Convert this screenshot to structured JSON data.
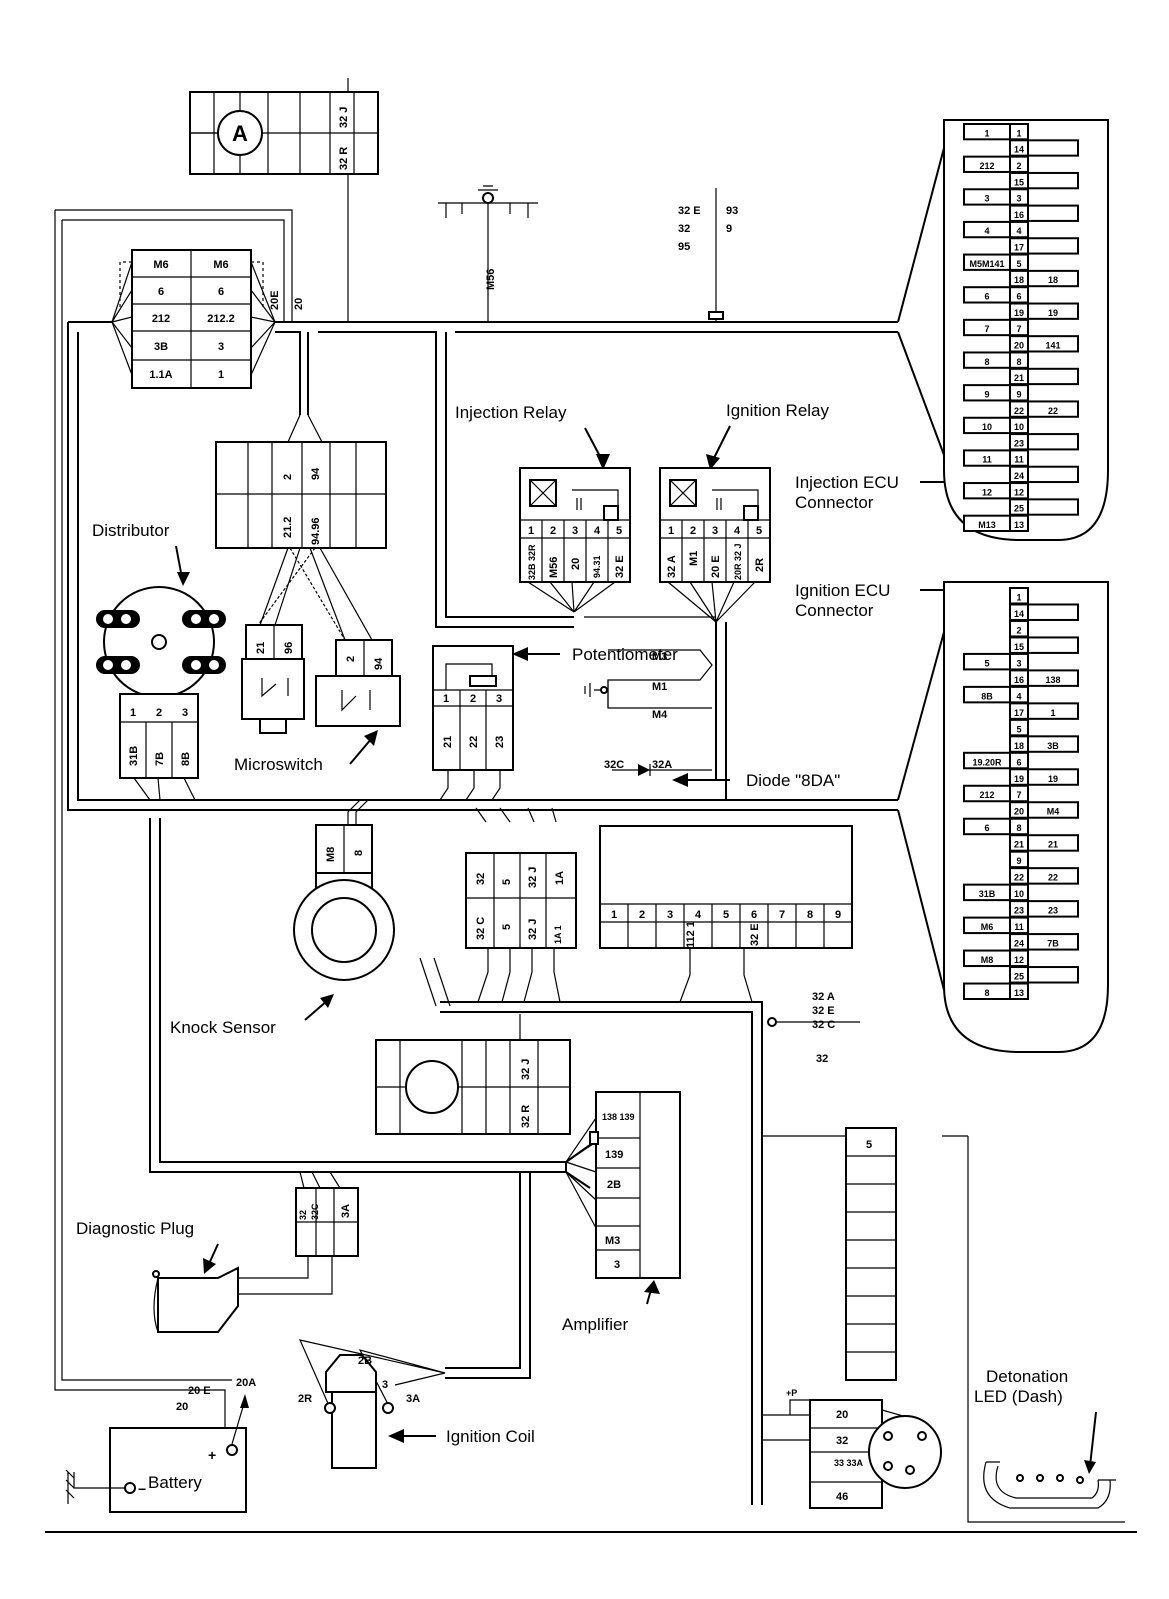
{
  "labels": {
    "injection_relay": "Injection Relay",
    "ignition_relay": "Ignition Relay",
    "injection_ecu_1": "Injection ECU",
    "injection_ecu_2": "Connector",
    "ignition_ecu_1": "Ignition ECU",
    "ignition_ecu_2": "Connector",
    "distributor": "Distributor",
    "potentiometer": "Potentiometer",
    "microswitch": "Microswitch",
    "diode": "Diode \"8DA\"",
    "knock_sensor": "Knock Sensor",
    "diagnostic_plug": "Diagnostic Plug",
    "amplifier": "Amplifier",
    "ignition_coil": "Ignition Coil",
    "battery": "Battery",
    "detonation_led_1": "Detonation",
    "detonation_led_2": "LED (Dash)"
  },
  "top_connector": {
    "symbol": "A",
    "pins": [
      "32 J",
      "32 R"
    ]
  },
  "antenna_wire": "M56",
  "wire_refs_top": {
    "left": [
      "32 E",
      "32",
      "95"
    ],
    "right": [
      "93",
      "9"
    ]
  },
  "fuse_block": {
    "left": [
      "M6",
      "6",
      "212",
      "3B",
      "1.1A"
    ],
    "right": [
      "M6",
      "6",
      "212.2",
      "3",
      "1"
    ],
    "wires": [
      "20E",
      "20"
    ]
  },
  "connector_mid": {
    "top": [
      "2",
      "94"
    ],
    "bottom": [
      "21.2",
      "94.96"
    ]
  },
  "injection_relay_pins": [
    "1",
    "2",
    "3",
    "4",
    "5"
  ],
  "injection_relay_wires": [
    "32B 32R",
    "M56",
    "20",
    "94.31",
    "32 E"
  ],
  "ignition_relay_pins": [
    "1",
    "2",
    "3",
    "4",
    "5"
  ],
  "ignition_relay_wires": [
    "32 A",
    "M1",
    "20 E",
    "20R 32 J",
    "2R"
  ],
  "distributor_pins": [
    "1",
    "2",
    "3"
  ],
  "distributor_wires": [
    "31B",
    "7B",
    "8B"
  ],
  "switch_a": [
    "21",
    "96"
  ],
  "switch_b": [
    "2",
    "94"
  ],
  "potentiometer_pins": [
    "1",
    "2",
    "3"
  ],
  "potentiometer_wires": [
    "21",
    "22",
    "23"
  ],
  "ground_wires": [
    "M3",
    "M1",
    "M4"
  ],
  "diode_wires": [
    "32C",
    "32A"
  ],
  "knock_sensor_pins": [
    "M8",
    "8"
  ],
  "conn_4": {
    "top": [
      "32",
      "5",
      "32 J",
      "1A"
    ],
    "bottom": [
      "32 C",
      "5",
      "32 J",
      "1A 1"
    ]
  },
  "conn_9": {
    "pins": [
      "1",
      "2",
      "3",
      "4",
      "5",
      "6",
      "7",
      "8",
      "9"
    ],
    "wire4": "112 1",
    "wire6": "32 E"
  },
  "wire_refs_mid": [
    "32 A",
    "32 E",
    "32 C",
    "32"
  ],
  "lower_connector": {
    "pins": [
      "32 J",
      "32 R"
    ]
  },
  "amplifier_pins": [
    "138 139",
    "139",
    "2B",
    "M3",
    "3"
  ],
  "diag_plug_wires": [
    "32",
    "32C",
    "3A"
  ],
  "coil_wires": [
    "2B",
    "2R",
    "3",
    "3A"
  ],
  "battery_wires": [
    "20 E",
    "20A",
    "20"
  ],
  "right_strip_top": "5",
  "switch_block": {
    "plus": "+P",
    "pins": [
      "20",
      "32",
      "33 33A",
      "46"
    ]
  },
  "injection_ecu": [
    [
      "1",
      "1",
      ""
    ],
    [
      "",
      "14",
      ""
    ],
    [
      "212",
      "2",
      ""
    ],
    [
      "",
      "15",
      ""
    ],
    [
      "3",
      "3",
      ""
    ],
    [
      "",
      "16",
      ""
    ],
    [
      "4",
      "4",
      ""
    ],
    [
      "",
      "17",
      ""
    ],
    [
      "M5M141",
      "5",
      ""
    ],
    [
      "",
      "18",
      "18"
    ],
    [
      "6",
      "6",
      ""
    ],
    [
      "",
      "19",
      "19"
    ],
    [
      "7",
      "7",
      ""
    ],
    [
      "",
      "20",
      "141"
    ],
    [
      "8",
      "8",
      ""
    ],
    [
      "",
      "21",
      ""
    ],
    [
      "9",
      "9",
      ""
    ],
    [
      "",
      "22",
      "22"
    ],
    [
      "10",
      "10",
      ""
    ],
    [
      "",
      "23",
      ""
    ],
    [
      "11",
      "11",
      ""
    ],
    [
      "",
      "24",
      ""
    ],
    [
      "12",
      "12",
      ""
    ],
    [
      "",
      "25",
      ""
    ],
    [
      "M13",
      "13",
      ""
    ]
  ],
  "ignition_ecu": [
    [
      "",
      "1",
      ""
    ],
    [
      "",
      "14",
      ""
    ],
    [
      "",
      "2",
      ""
    ],
    [
      "",
      "15",
      ""
    ],
    [
      "5",
      "3",
      ""
    ],
    [
      "",
      "16",
      "138"
    ],
    [
      "8B",
      "4",
      ""
    ],
    [
      "",
      "17",
      "1"
    ],
    [
      "",
      "5",
      ""
    ],
    [
      "",
      "18",
      "3B"
    ],
    [
      "19.20R",
      "6",
      ""
    ],
    [
      "",
      "19",
      "19"
    ],
    [
      "212",
      "7",
      ""
    ],
    [
      "",
      "20",
      "M4"
    ],
    [
      "6",
      "8",
      ""
    ],
    [
      "",
      "21",
      "21"
    ],
    [
      "",
      "9",
      ""
    ],
    [
      "",
      "22",
      "22"
    ],
    [
      "31B",
      "10",
      ""
    ],
    [
      "",
      "23",
      "23"
    ],
    [
      "M6",
      "11",
      ""
    ],
    [
      "",
      "24",
      "7B"
    ],
    [
      "M8",
      "12",
      ""
    ],
    [
      "",
      "25",
      ""
    ],
    [
      "8",
      "13",
      ""
    ]
  ]
}
